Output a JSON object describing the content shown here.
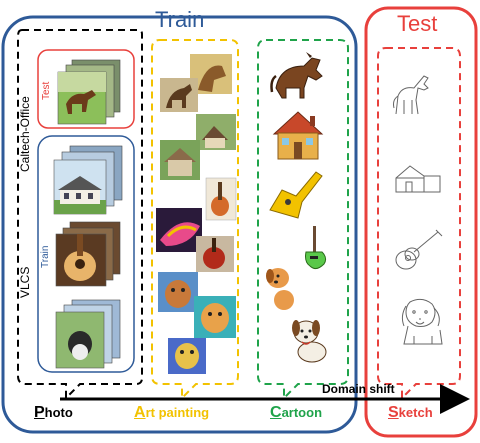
{
  "titles": {
    "train": "Train",
    "test": "Test"
  },
  "inner_labels": {
    "caltech_office": "Caltech-Office",
    "vlcs": "VLCS",
    "small_test": "Test",
    "small_train": "Train"
  },
  "arrow_label": "Domain shift",
  "domains": [
    {
      "initial": "P",
      "rest": "hoto",
      "color": "#000000"
    },
    {
      "initial": "A",
      "rest": "rt painting",
      "color": "#f2c200"
    },
    {
      "initial": "C",
      "rest": "artoon",
      "color": "#1fa34a"
    },
    {
      "initial": "S",
      "rest": "ketch",
      "color": "#e8403c"
    }
  ],
  "colors": {
    "train_box": "#2e5a98",
    "test_box": "#e8403c",
    "art_dashed": "#f2c200",
    "cartoon_dashed": "#1fa34a",
    "sketch_dashed": "#e8403c",
    "photo_dashed": "#000000",
    "vlcs_box": "#2e5a98",
    "caltech_box": "#e8403c"
  },
  "image_icons": {
    "photo": [
      "horse-photo-icon",
      "house-photo-icon",
      "guitar-photo-icon",
      "dog-photo-icon"
    ],
    "art": [
      "horse-painting-icon",
      "horse-painting-icon",
      "house-painting-icon",
      "house-painting-icon",
      "guitar-painting-icon",
      "guitar-painting-icon",
      "guitar-painting-icon",
      "dog-painting-icon",
      "dog-painting-icon",
      "dog-painting-icon"
    ],
    "cartoon": [
      "horse-cartoon-icon",
      "house-cartoon-icon",
      "guitar-cartoon-icon",
      "guitar-cartoon-icon",
      "dog-cartoon-icon",
      "dog-cartoon-icon"
    ],
    "sketch": [
      "horse-sketch-icon",
      "house-sketch-icon",
      "guitar-sketch-icon",
      "dog-sketch-icon"
    ]
  }
}
